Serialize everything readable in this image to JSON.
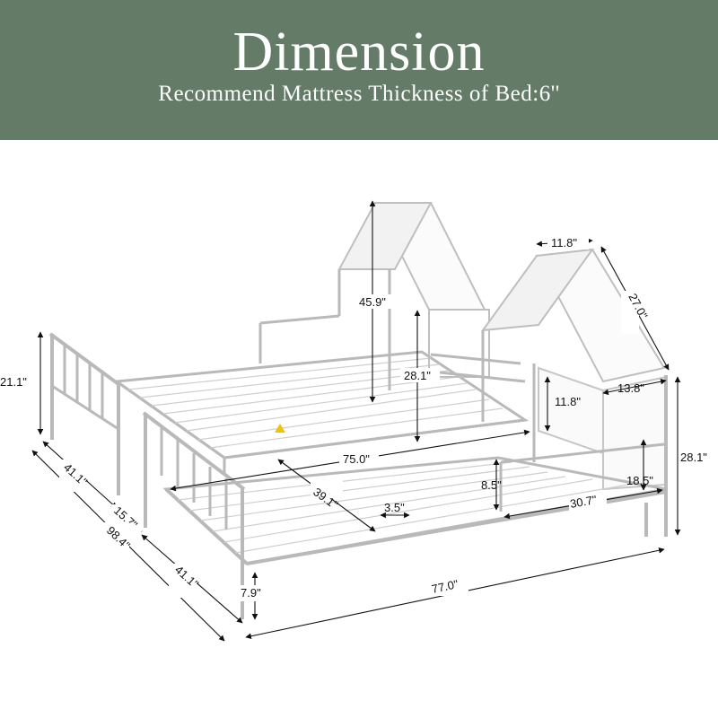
{
  "header": {
    "title": "Dimension",
    "subtitle": "Recommend Mattress Thickness of Bed:6''"
  },
  "dimensions": {
    "roof_depth": "11.8\"",
    "roof_slope": "27.0\"",
    "tower_height": "45.9\"",
    "upper_bed_height": "28.1\"",
    "shelf_gap": "11.8\"",
    "roof_overhang": "13.8\"",
    "tower_right_height": "28.1\"",
    "headboard_height": "21.1\"",
    "upper_length": "75.0\"",
    "guard_height": "8.5\"",
    "guard_inner": "18.5\"",
    "guard_length": "30.7\"",
    "inner_width": "39.1\"",
    "slat_gap": "3.5\"",
    "width_top": "41.1\"",
    "width_mid": "15.7\"",
    "width_total": "98.4\"",
    "width_bottom": "41.1\"",
    "leg_height": "7.9\"",
    "overall_length": "77.0\""
  },
  "colors": {
    "banner": "#647b67",
    "frame": "#b9b9b9",
    "text": "#111111"
  }
}
